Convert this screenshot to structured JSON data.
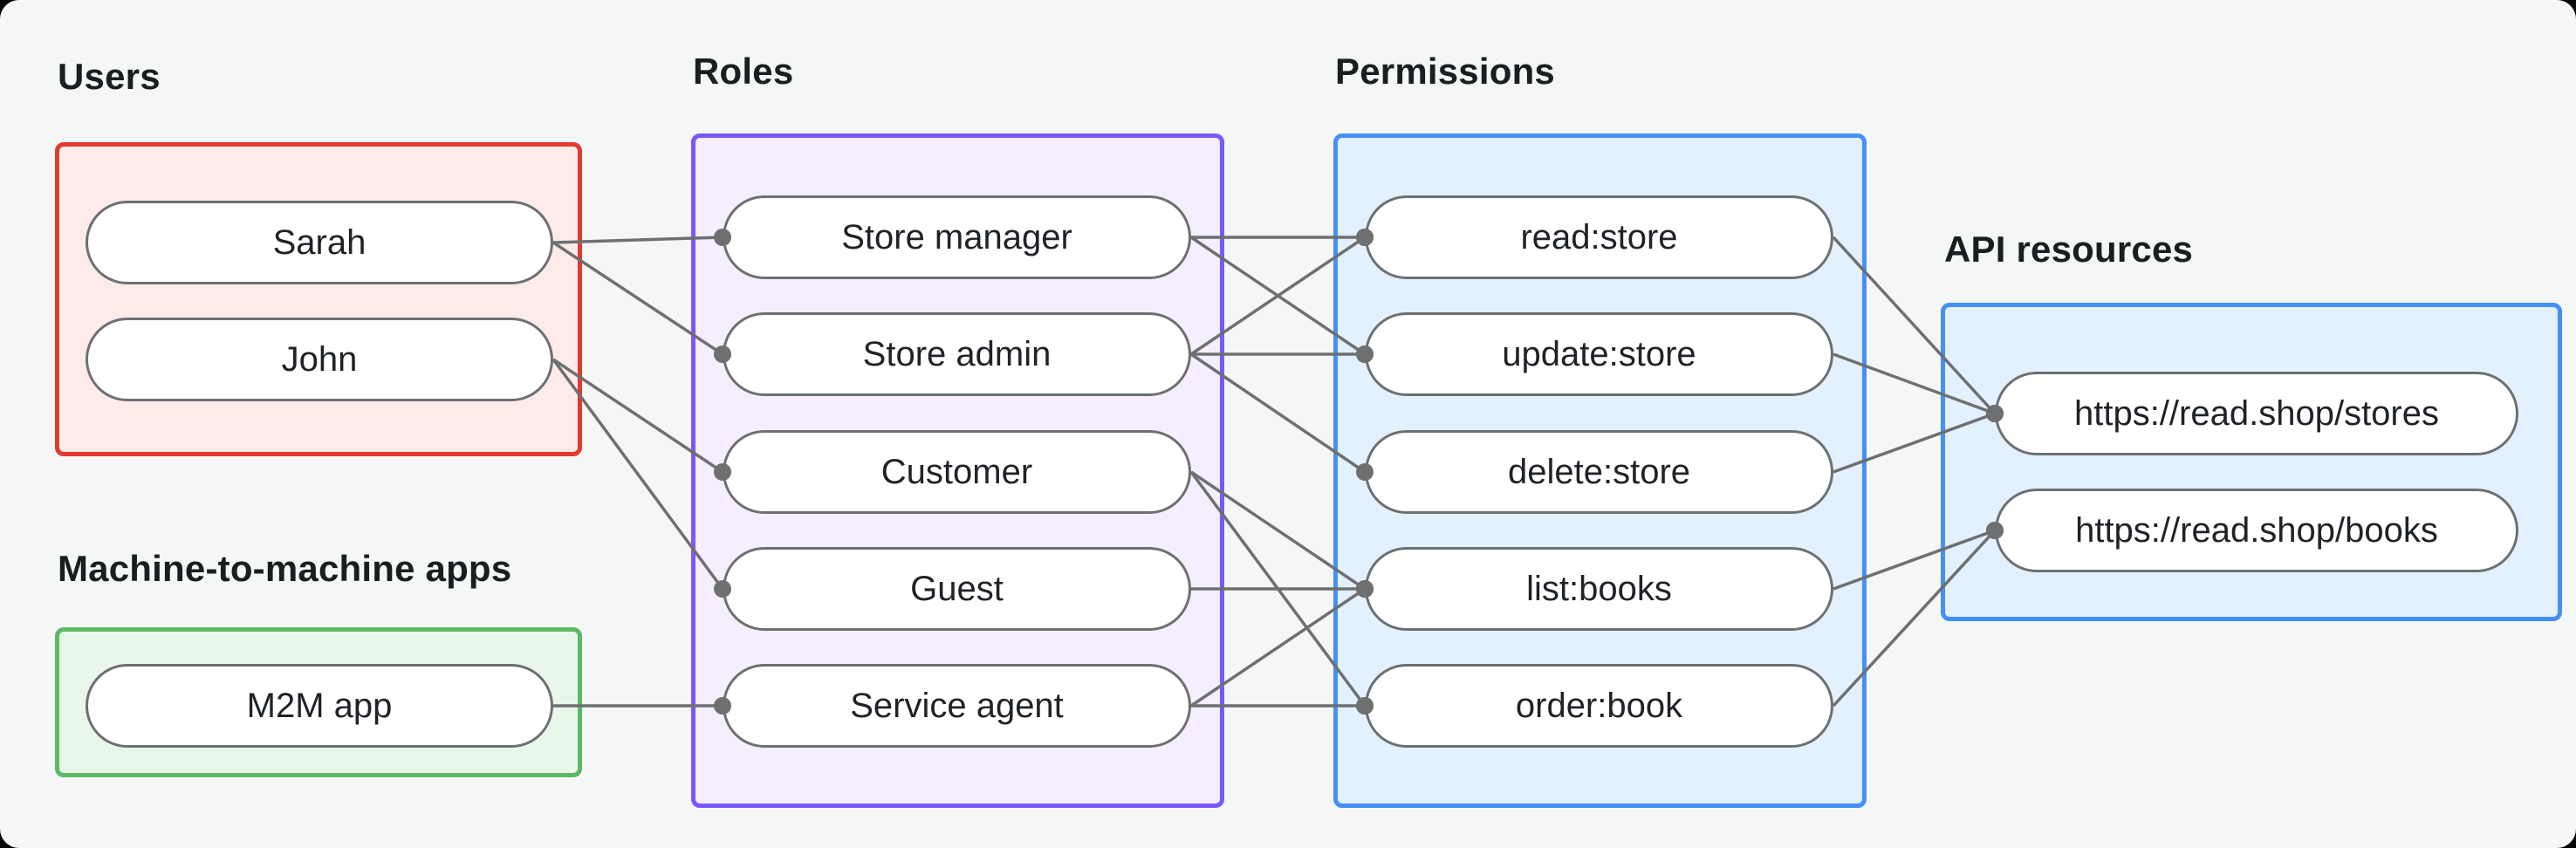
{
  "diagram": {
    "groups": {
      "users": {
        "label": "Users",
        "items": [
          {
            "id": "sarah",
            "label": "Sarah"
          },
          {
            "id": "john",
            "label": "John"
          }
        ]
      },
      "m2m": {
        "label": "Machine-to-machine apps",
        "items": [
          {
            "id": "m2m-app",
            "label": "M2M app"
          }
        ]
      },
      "roles": {
        "label": "Roles",
        "items": [
          {
            "id": "store-manager",
            "label": "Store manager"
          },
          {
            "id": "store-admin",
            "label": "Store admin"
          },
          {
            "id": "customer",
            "label": "Customer"
          },
          {
            "id": "guest",
            "label": "Guest"
          },
          {
            "id": "service-agent",
            "label": "Service agent"
          }
        ]
      },
      "permissions": {
        "label": "Permissions",
        "items": [
          {
            "id": "read-store",
            "label": "read:store"
          },
          {
            "id": "update-store",
            "label": "update:store"
          },
          {
            "id": "delete-store",
            "label": "delete:store"
          },
          {
            "id": "list-books",
            "label": "list:books"
          },
          {
            "id": "order-book",
            "label": "order:book"
          }
        ]
      },
      "api": {
        "label": "API resources",
        "items": [
          {
            "id": "stores",
            "label": "https://read.shop/stores"
          },
          {
            "id": "books",
            "label": "https://read.shop/books"
          }
        ]
      }
    },
    "edges": [
      [
        "sarah",
        "store-manager"
      ],
      [
        "sarah",
        "store-admin"
      ],
      [
        "john",
        "customer"
      ],
      [
        "john",
        "guest"
      ],
      [
        "m2m-app",
        "service-agent"
      ],
      [
        "store-manager",
        "read-store"
      ],
      [
        "store-manager",
        "update-store"
      ],
      [
        "store-admin",
        "read-store"
      ],
      [
        "store-admin",
        "update-store"
      ],
      [
        "store-admin",
        "delete-store"
      ],
      [
        "customer",
        "list-books"
      ],
      [
        "customer",
        "order-book"
      ],
      [
        "guest",
        "list-books"
      ],
      [
        "service-agent",
        "list-books"
      ],
      [
        "service-agent",
        "order-book"
      ],
      [
        "read-store",
        "stores"
      ],
      [
        "update-store",
        "stores"
      ],
      [
        "delete-store",
        "stores"
      ],
      [
        "list-books",
        "books"
      ],
      [
        "order-book",
        "books"
      ]
    ],
    "colors": {
      "background": "#f5f7f6",
      "users_border": "#e23a2e",
      "users_fill": "#fcebe9",
      "m2m_border": "#5bb965",
      "m2m_fill": "#e9f6ea",
      "roles_border": "#7a58fb",
      "roles_fill": "#f4eefe",
      "permissions_border": "#4590f7",
      "permissions_fill": "#e3f0fd",
      "api_border": "#4590f7",
      "api_fill": "#e3f0fd",
      "pill_border": "#6d6f71",
      "pill_fill": "#ffffff",
      "edge_line": "#6d6f71",
      "text": "#1f2327"
    }
  }
}
